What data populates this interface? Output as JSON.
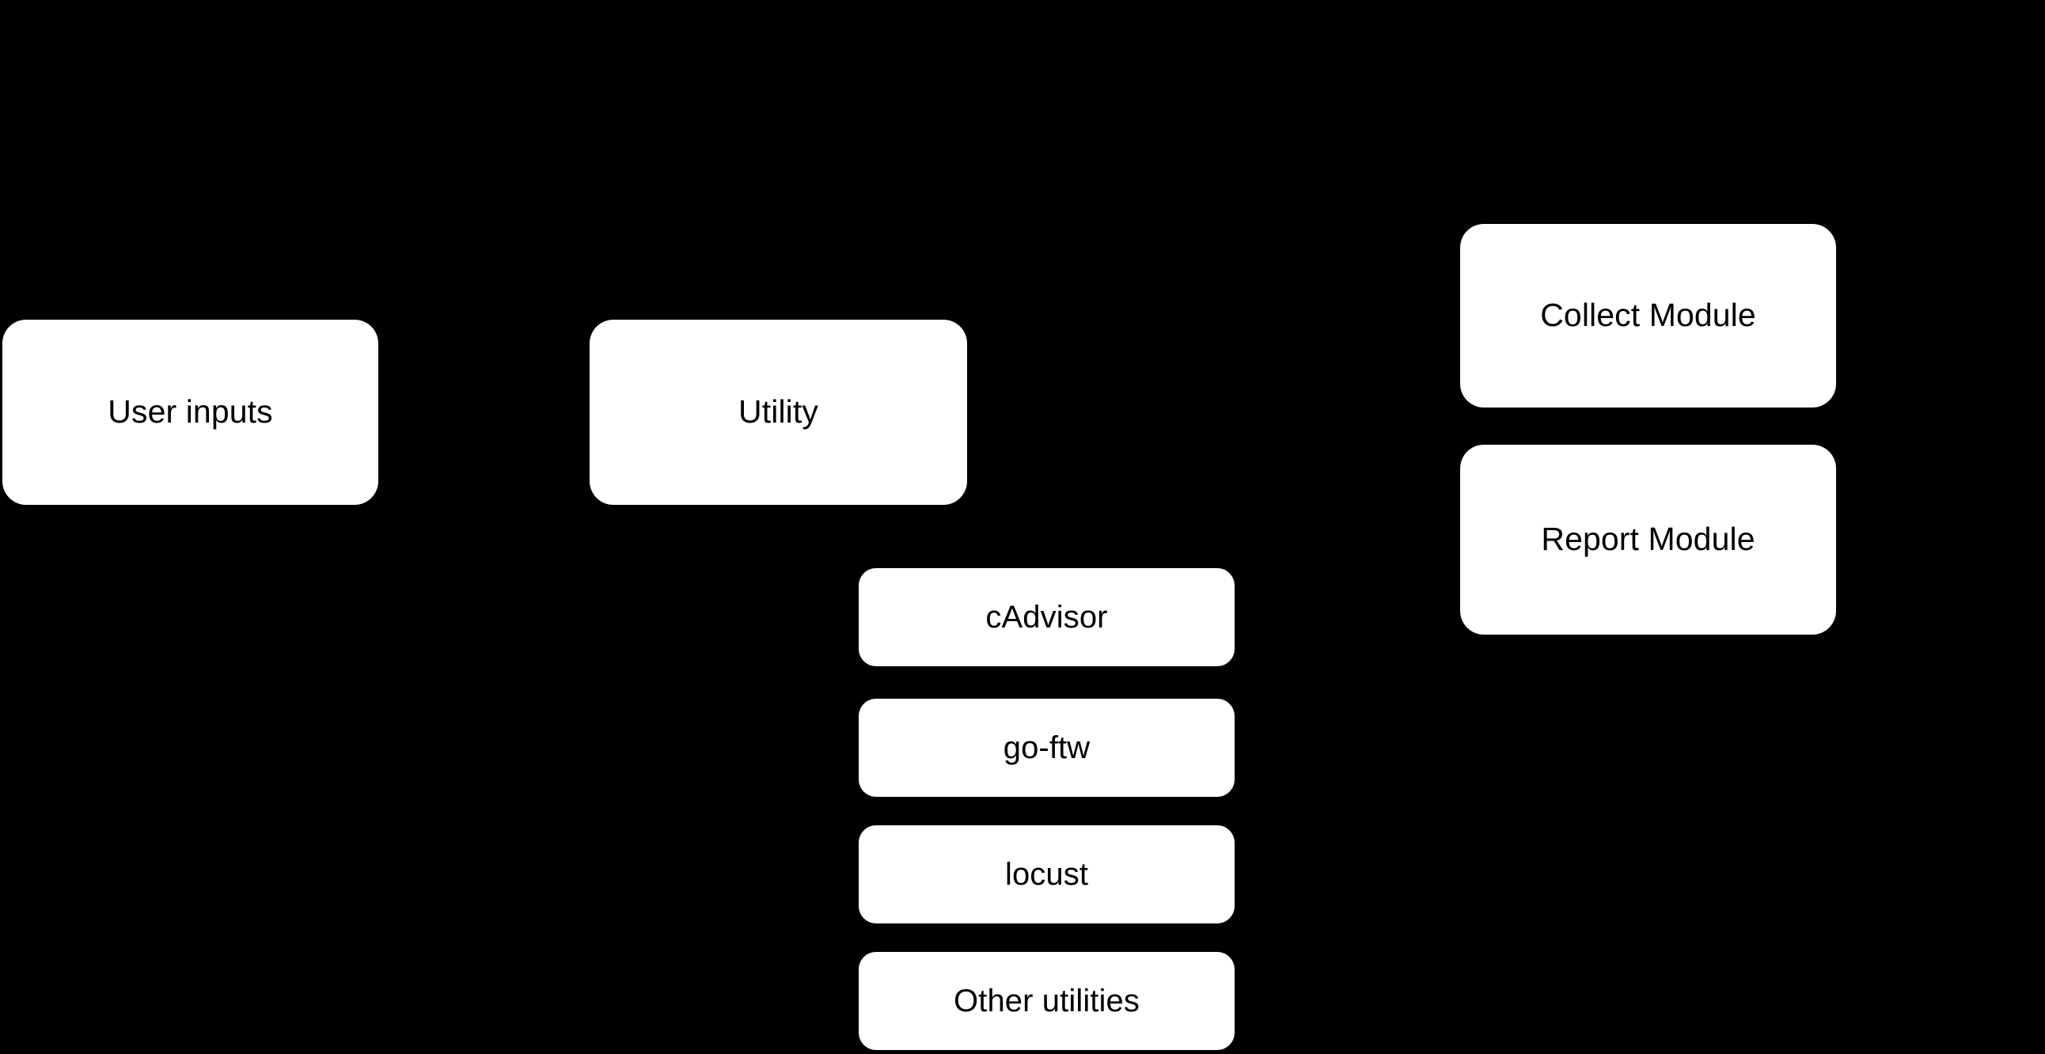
{
  "diagram": {
    "background_color": "#000000",
    "node_fill_color": "#ffffff",
    "node_text_color": "#000000",
    "nodes": [
      {
        "id": "user-inputs",
        "label": "User inputs",
        "group": "inputs"
      },
      {
        "id": "utility",
        "label": "Utility",
        "group": "utility"
      },
      {
        "id": "cadvisor",
        "label": "cAdvisor",
        "group": "utility-children"
      },
      {
        "id": "go-ftw",
        "label": "go-ftw",
        "group": "utility-children"
      },
      {
        "id": "locust",
        "label": "locust",
        "group": "utility-children"
      },
      {
        "id": "other-utilities",
        "label": "Other utilities",
        "group": "utility-children"
      },
      {
        "id": "collect-module",
        "label": "Collect Module",
        "group": "modules"
      },
      {
        "id": "report-module",
        "label": "Report Module",
        "group": "modules"
      }
    ]
  }
}
